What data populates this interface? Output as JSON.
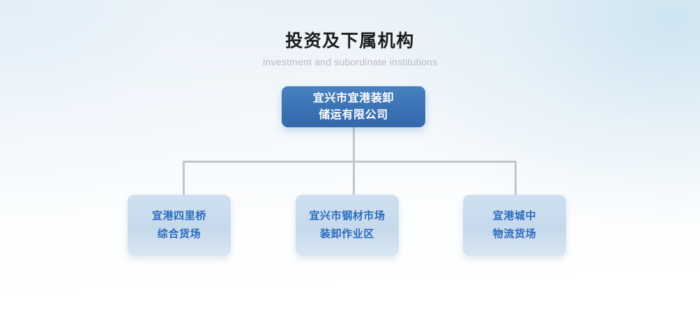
{
  "header": {
    "title": "投资及下属机构",
    "subtitle": "Investment and subordinate institutions"
  },
  "colors": {
    "root_node_fill": "#3a72b4",
    "root_node_text": "#ffffff",
    "child_node_fill": "#c6d9ec",
    "child_node_text": "#2a6bbd",
    "connector_line": "#c3c6c9",
    "title_text": "#1c1c1c",
    "subtitle_text": "#b9bcc0",
    "background_top": "#e9f1f8",
    "background_bottom": "#ffffff"
  },
  "org_chart": {
    "root": {
      "line1": "宜兴市宜港装卸",
      "line2": "储运有限公司"
    },
    "children": [
      {
        "line1": "宜港四里桥",
        "line2": "综合货场"
      },
      {
        "line1": "宜兴市钢材市场",
        "line2": "装卸作业区"
      },
      {
        "line1": "宜港城中",
        "line2": "物流货场"
      }
    ]
  }
}
